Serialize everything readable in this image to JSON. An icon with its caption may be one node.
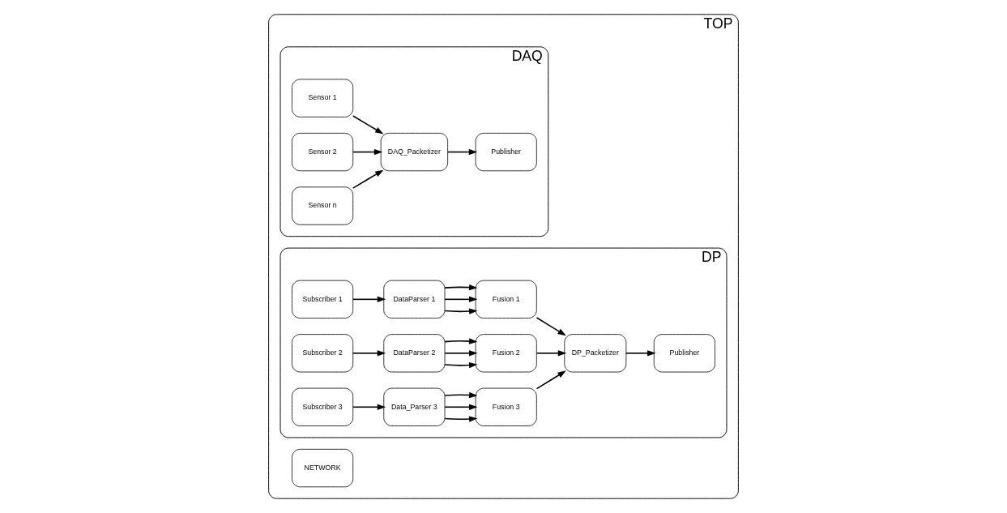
{
  "diagram": {
    "nodes": [
      {
        "text": [
          "TOP"
        ]
      },
      {
        "text": [
          "DAQ"
        ],
        "in": 0
      },
      {
        "text": [
          "Sensor 1"
        ],
        "in": 1
      },
      {
        "text": [
          "Sensor 2"
        ],
        "in": 1
      },
      {
        "text": [
          "Sensor n"
        ],
        "in": 1
      },
      {
        "text": [
          "DAQ_Packetizer"
        ],
        "in": 1
      },
      {
        "text": [
          "Publisher"
        ],
        "in": 1
      },
      {
        "text": [
          "NETWORK"
        ],
        "in": 0
      },
      {
        "text": [
          "DP"
        ],
        "in": 0
      },
      {
        "text": [
          "Subscriber 1"
        ],
        "in": 8
      },
      {
        "text": [
          "DataParser 1"
        ],
        "in": 8
      },
      {
        "text": [
          "Subscriber 2"
        ],
        "in": 8
      },
      {
        "text": [
          "DataParser 2"
        ],
        "in": 8
      },
      {
        "text": [
          "Subscriber 3"
        ],
        "in": 8
      },
      {
        "text": [
          "Data_Parser 3"
        ],
        "in": 8
      },
      {
        "text": [
          "Fusion 1"
        ],
        "in": 8
      },
      {
        "text": [
          "Fusion 2"
        ],
        "in": 8
      },
      {
        "text": [
          "Fusion 3"
        ],
        "in": 8
      },
      {
        "text": [
          "Publisher"
        ],
        "in": 8
      },
      {
        "text": [
          "DP_Packetizer"
        ],
        "in": 8
      }
    ],
    "edges": [
      {
        "from": 2,
        "to": 5,
        "arrow": "to"
      },
      {
        "from": 3,
        "to": 5,
        "arrow": "to"
      },
      {
        "from": 4,
        "to": 5,
        "arrow": "to"
      },
      {
        "from": 5,
        "to": 6,
        "arrow": "to"
      },
      {
        "from": 9,
        "to": 10,
        "arrow": "to"
      },
      {
        "from": 11,
        "to": 12,
        "arrow": "to"
      },
      {
        "from": 13,
        "to": 14,
        "arrow": "to"
      },
      {
        "from": 10,
        "to": 15,
        "arrow": "to"
      },
      {
        "from": 10,
        "to": 15,
        "arrow": "to"
      },
      {
        "from": 10,
        "to": 15,
        "arrow": "to"
      },
      {
        "from": 12,
        "to": 16,
        "arrow": "to"
      },
      {
        "from": 12,
        "to": 16,
        "arrow": "to"
      },
      {
        "from": 12,
        "to": 16,
        "arrow": "to"
      },
      {
        "from": 14,
        "to": 17,
        "arrow": "to"
      },
      {
        "from": 14,
        "to": 17,
        "arrow": "to"
      },
      {
        "from": 14,
        "to": 17,
        "arrow": "to"
      },
      {
        "from": 15,
        "to": 19,
        "arrow": "to"
      },
      {
        "from": 16,
        "to": 19,
        "arrow": "to"
      },
      {
        "from": 17,
        "to": 19,
        "arrow": "to"
      },
      {
        "from": 19,
        "to": 18,
        "arrow": "to"
      }
    ]
  }
}
